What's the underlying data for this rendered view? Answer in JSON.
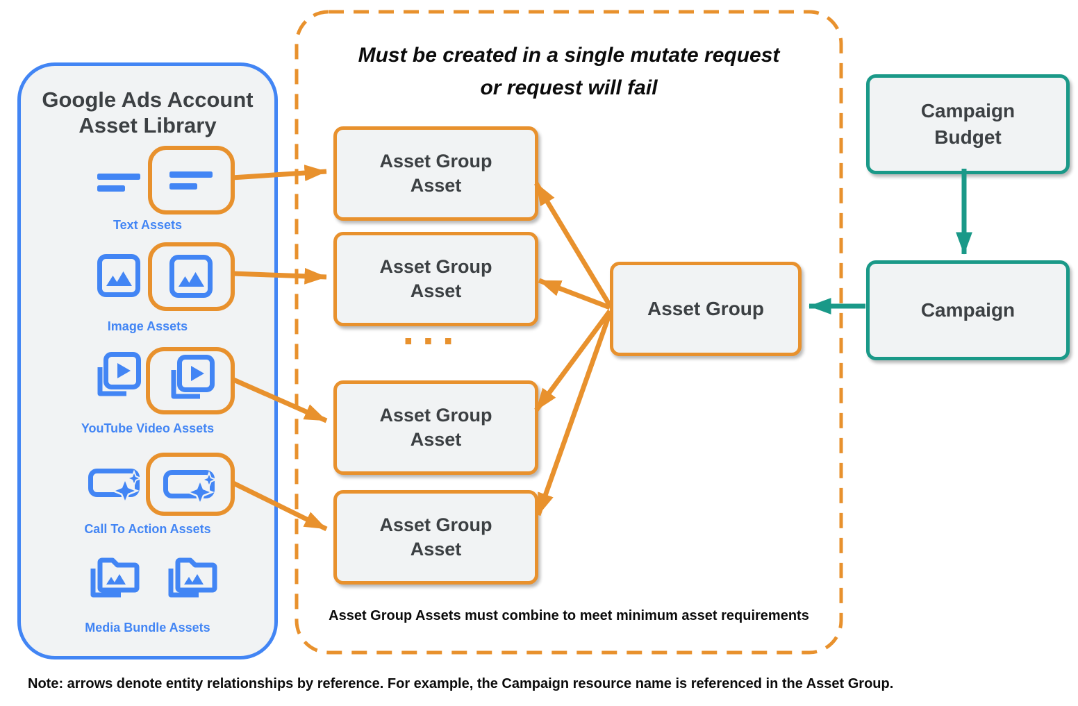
{
  "palette": {
    "blue": "#4285F4",
    "orange": "#E8912D",
    "teal": "#1A9988",
    "box_fill": "#F1F3F4",
    "text_dark": "#3C4043",
    "text_black": "#0B0B0B"
  },
  "asset_library": {
    "title": "Google Ads Account Asset Library",
    "items": [
      {
        "label": "Text Assets",
        "icon": "text-asset-icon",
        "highlighted": true
      },
      {
        "label": "Image Assets",
        "icon": "image-asset-icon",
        "highlighted": true
      },
      {
        "label": "YouTube Video  Assets",
        "icon": "youtube-video-asset-icon",
        "highlighted": true
      },
      {
        "label": "Call To Action Assets",
        "icon": "call-to-action-asset-icon",
        "highlighted": true
      },
      {
        "label": "Media Bundle  Assets",
        "icon": "media-bundle-asset-icon",
        "highlighted": false
      }
    ]
  },
  "mutate_group": {
    "title_line1": "Must be created in a single mutate request",
    "title_line2": "or request will fail",
    "boxes": [
      "Asset Group Asset",
      "Asset Group Asset",
      "Asset Group Asset",
      "Asset Group Asset"
    ],
    "ellipsis": "...",
    "footnote": "Asset Group Assets must combine to meet minimum asset requirements"
  },
  "asset_group": {
    "label": "Asset Group"
  },
  "campaign_budget": {
    "label": "Campaign Budget"
  },
  "campaign": {
    "label": "Campaign"
  },
  "note": "Note: arrows denote entity relationships by reference. For example, the Campaign resource name is referenced in the Asset Group."
}
